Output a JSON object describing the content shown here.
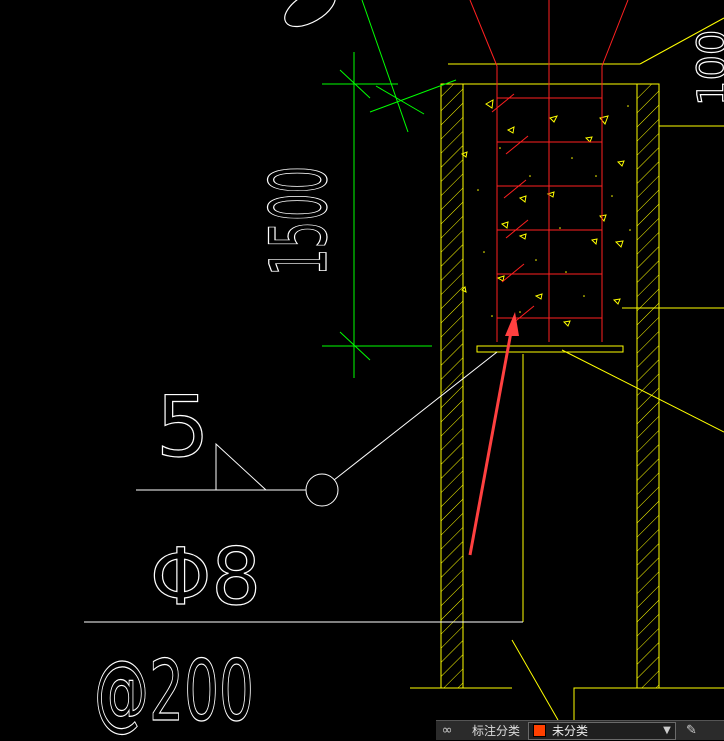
{
  "drawing": {
    "dimension_value": "1500",
    "weld_size": "5",
    "bar_spec": "Φ8",
    "spacing": "@200",
    "top_right_fragment": "100"
  },
  "colors": {
    "background": "#000000",
    "wall": "#ffff00",
    "rebar": "#ff2020",
    "dimension": "#00ff00",
    "annotation": "#ffffff",
    "marker_arrow": "#ff4040",
    "layer_swatch": "#ff4000"
  },
  "statusbar": {
    "icon": "glasses-icon",
    "label": "标注分类",
    "selected_value": "未分类",
    "edit_icon": "pen-icon"
  }
}
